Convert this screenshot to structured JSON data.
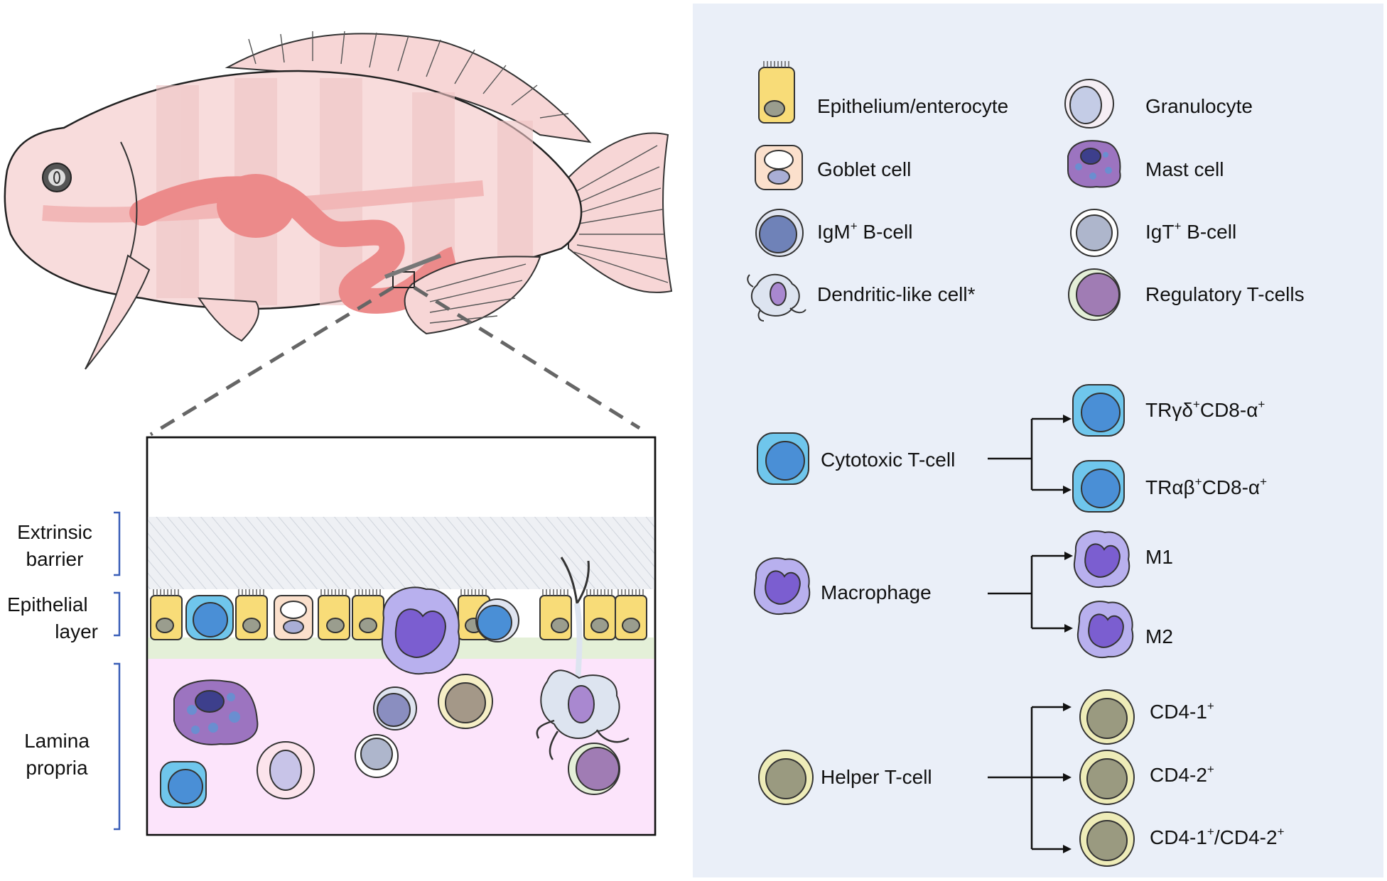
{
  "zone_labels": {
    "extrinsic": [
      "Extrinsic",
      "barrier"
    ],
    "epithelial": [
      "Epithelial",
      "layer"
    ],
    "lamina": [
      "Lamina",
      "propria"
    ]
  },
  "legend": {
    "epithelium": "Epithelium/enterocyte",
    "goblet": "Goblet cell",
    "igm_pre": "IgM",
    "igm_sup": "+",
    "igm_post": " B-cell",
    "dendritic": "Dendritic-like cell*",
    "granulocyte": "Granulocyte",
    "mast": "Mast cell",
    "igt_pre": "IgT",
    "igt_sup": "+",
    "igt_post": " B-cell",
    "treg": "Regulatory T-cells"
  },
  "subtypes": {
    "cytotoxic": "Cytotoxic T-cell",
    "tr_gd_a": "TRγδ",
    "tr_gd_b": "CD8-α",
    "tr_ab_a": "TRαβ",
    "tr_ab_b": "CD8-α",
    "macrophage": "Macrophage",
    "m1": "M1",
    "m2": "M2",
    "helper": "Helper T-cell",
    "cd41": "CD4-1",
    "cd42": "CD4-2",
    "cd4_both_a": "CD4-1",
    "cd4_both_b": "/CD4-2",
    "plus": "+"
  },
  "colors": {
    "panel_bg": "#eaeff8",
    "epithelium": "#f8dc78",
    "nucleus_gray": "#9a9d8e",
    "goblet": "#fbe0cc",
    "cytotoxic": "#6fc6ec",
    "cytotoxic_nucleus": "#4a8fd6",
    "macrophage": "#b8b0ee",
    "macrophage_nucleus": "#7b5ed0",
    "helper": "#eeecb8",
    "helper_nucleus": "#9a9a80",
    "mast": "#9c74c0",
    "lamina": "#fce4fb",
    "epithelial_base": "#e4f0d8",
    "fish_body": "#f7d9d9",
    "gut": "#ec8a8a",
    "bracket": "#3a5fb8"
  }
}
